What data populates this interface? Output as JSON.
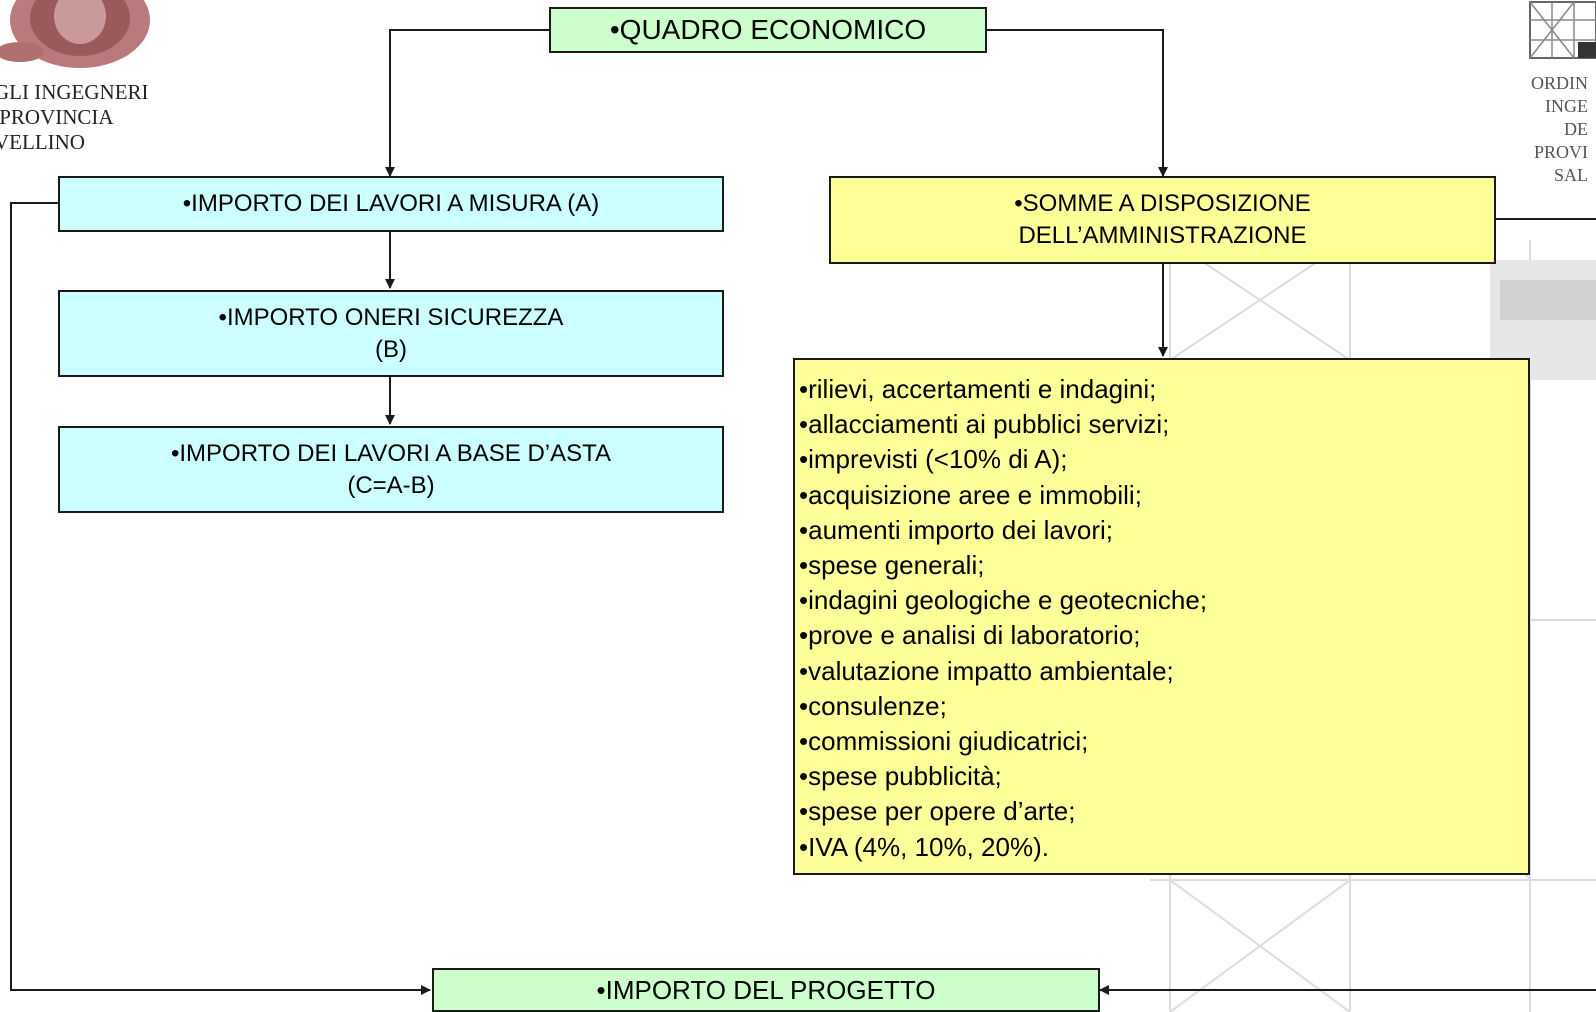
{
  "diagram": {
    "root": "•QUADRO ECONOMICO",
    "left_boxes": [
      {
        "lines": [
          "•IMPORTO DEI LAVORI A MISURA (A)"
        ]
      },
      {
        "lines": [
          "•IMPORTO ONERI SICUREZZA",
          "(B)"
        ]
      },
      {
        "lines": [
          "•IMPORTO DEI LAVORI A BASE D’ASTA",
          "(C=A-B)"
        ]
      }
    ],
    "right_box": {
      "lines": [
        "•SOMME A DISPOSIZIONE",
        "DELL’AMMINISTRAZIONE"
      ]
    },
    "list_items": [
      "•rilievi, accertamenti e indagini;",
      "•allacciamenti ai pubblici servizi;",
      "•imprevisti (<10% di A);",
      "•acquisizione aree e immobili;",
      "•aumenti importo dei lavori;",
      "•spese generali;",
      "•indagini geologiche e geotecniche;",
      "•prove e analisi di laboratorio;",
      "•valutazione impatto ambientale;",
      "•consulenze;",
      "•commissioni giudicatrici;",
      "•spese pubblicità;",
      "•spese per opere d’arte;",
      "•IVA (4%, 10%, 20%)."
    ],
    "bottom": "•IMPORTO DEL PROGETTO"
  },
  "logos": {
    "left_text": [
      "GLI INGEGNERI",
      " PROVINCIA",
      "VELLINO"
    ],
    "right_text": [
      "ORDIN",
      "INGE",
      "DE",
      "PROVI",
      "SAL"
    ]
  },
  "colors": {
    "green": "#ccffcc",
    "cyan": "#ccffff",
    "yellow": "#ffff99",
    "line": "#1a1a1a"
  }
}
